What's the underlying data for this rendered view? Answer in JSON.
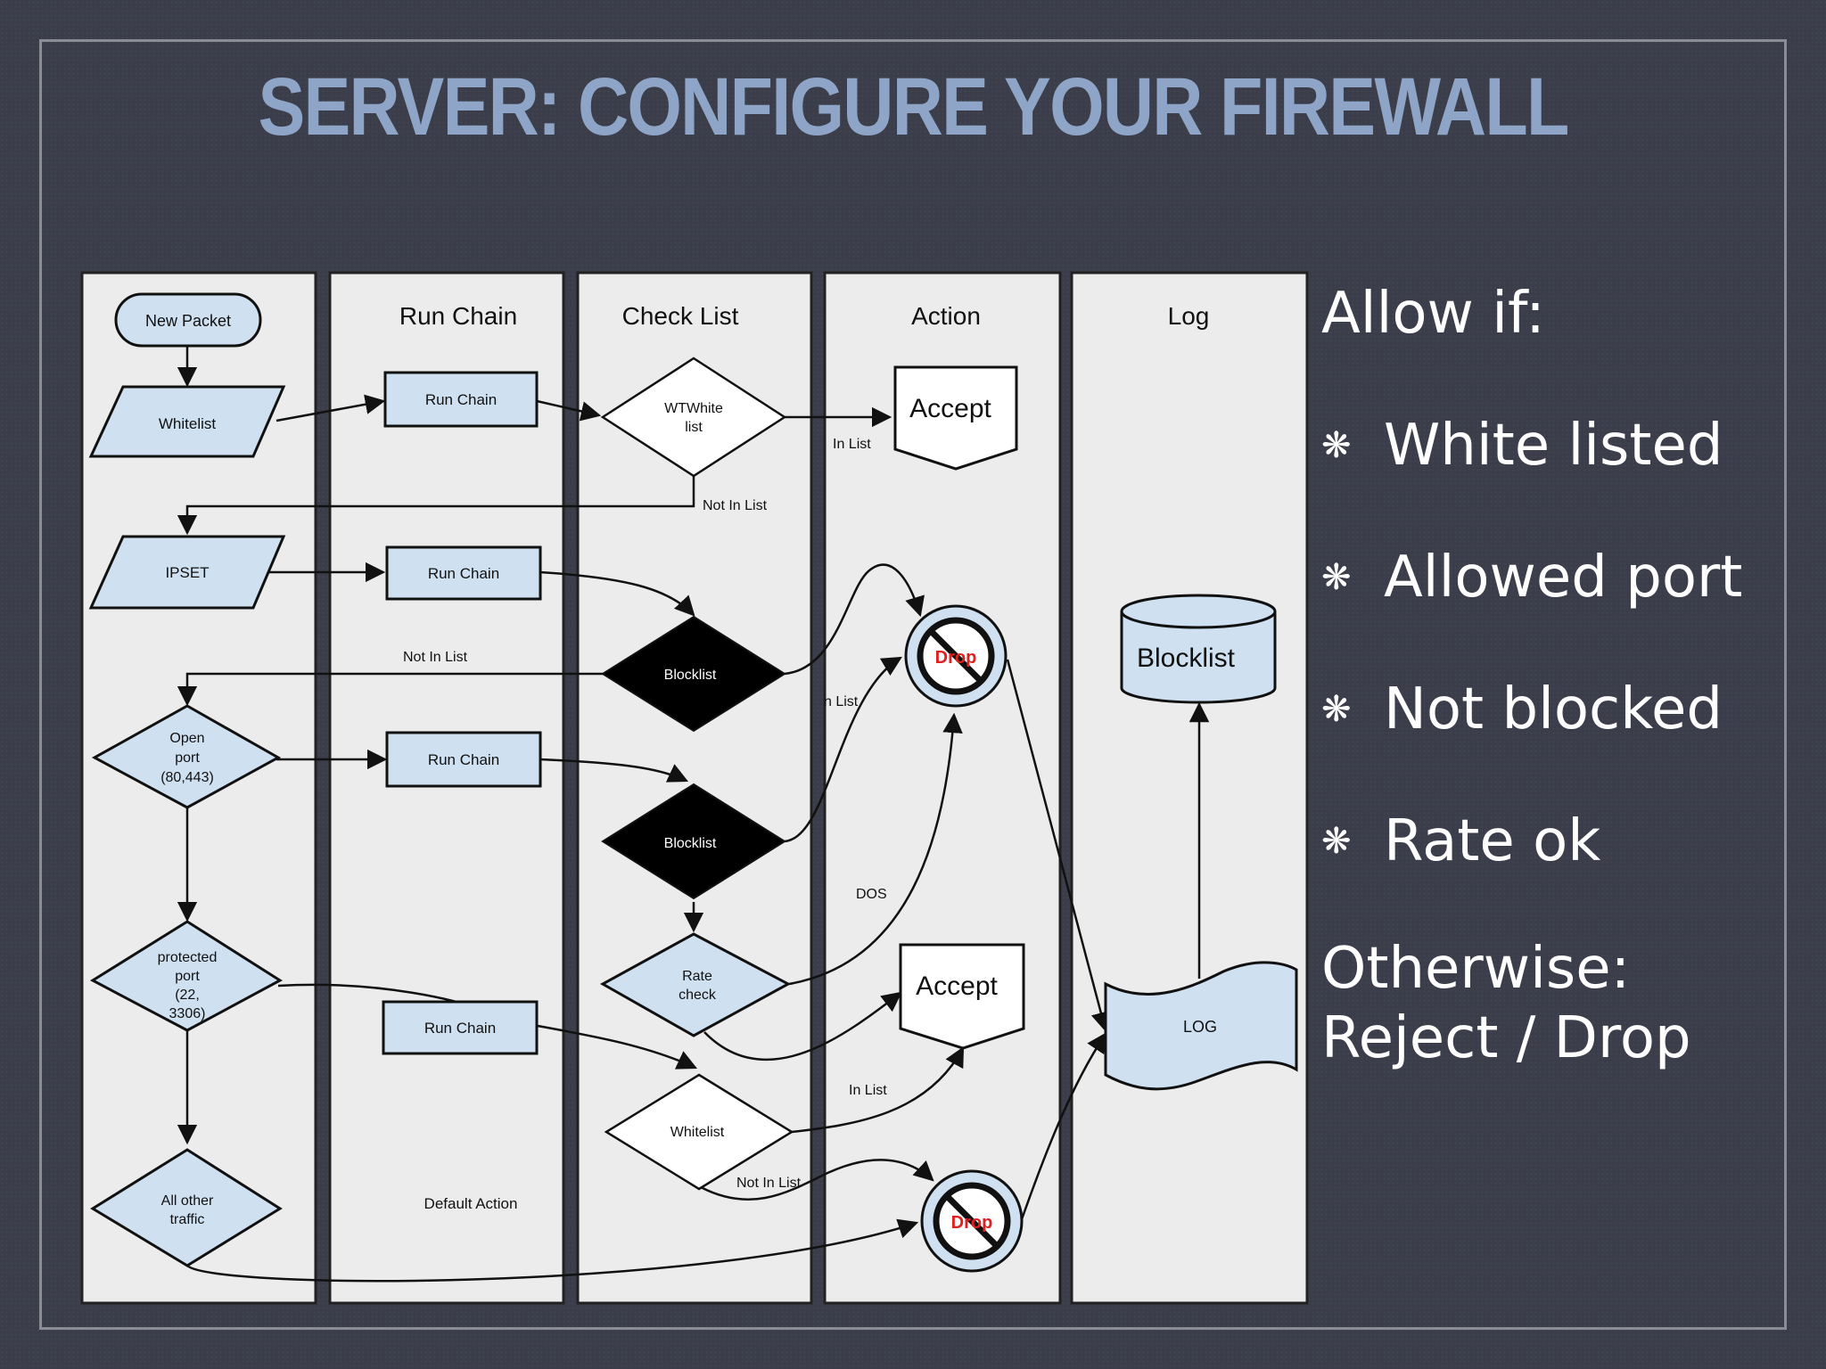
{
  "slide": {
    "title": "SERVER: CONFIGURE YOUR FIREWALL"
  },
  "diagram": {
    "lanes": [
      "",
      "Run Chain",
      "Check List",
      "Action",
      "Log"
    ],
    "nodes": {
      "new_packet": "New Packet",
      "whitelist_input": "Whitelist",
      "ipset_input": "IPSET",
      "open_port": [
        "Open",
        "port",
        "(80,443)"
      ],
      "protected_port": [
        "protected",
        "port",
        "(22,",
        "3306)"
      ],
      "all_other": [
        "All other",
        "traffic"
      ],
      "run_chain": "Run Chain",
      "default_action": "Default Action",
      "wtwhite_list": [
        "WTWhite",
        "list"
      ],
      "blocklist_check": "Blocklist",
      "rate_check": [
        "Rate",
        "check"
      ],
      "whitelist_check": "Whitelist",
      "accept": "Accept",
      "drop": "Drop",
      "blocklist_db": "Blocklist",
      "log": "LOG"
    },
    "edge_labels": {
      "in_list": "In List",
      "not_in_list": "Not In  List",
      "list_partial": "n List",
      "dos": "DOS",
      "not_in_list_bottom": "Not In  List"
    }
  },
  "bullets": {
    "heading": "Allow if:",
    "items": [
      "White listed",
      "Allowed port",
      "Not blocked",
      "Rate ok"
    ],
    "bullet_glyph": "❋",
    "footer_line1": "Otherwise:",
    "footer_line2": "Reject / Drop"
  },
  "colors": {
    "background": "#3b3e4a",
    "title": "#8fa5c8",
    "node_fill": "#cfe0f0",
    "drop_text": "#e02020"
  }
}
